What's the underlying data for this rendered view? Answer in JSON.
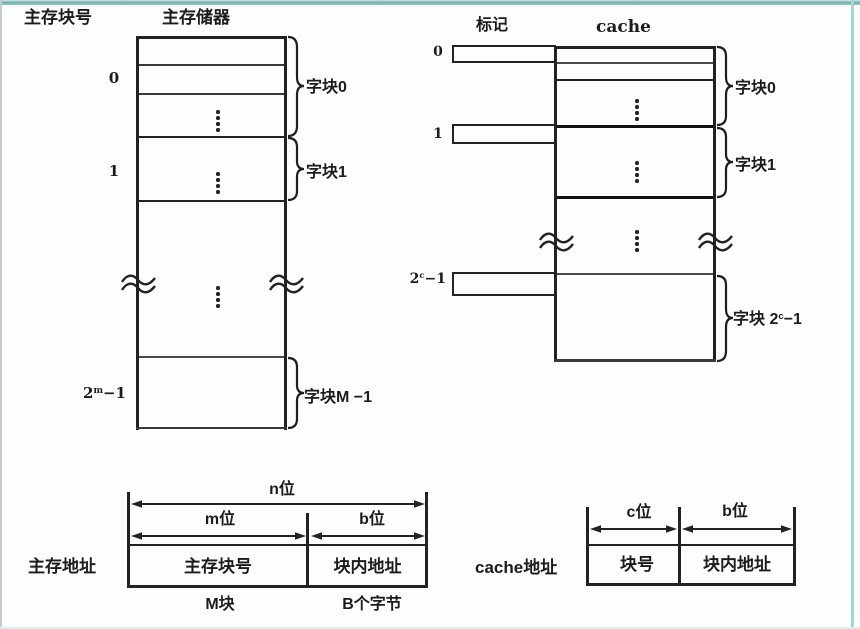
{
  "colors": {
    "accent_teal": "#6fb3ab",
    "line_black": "#1f1f1f",
    "line_gray": "#555555",
    "background": "#fdfdfd"
  },
  "diagram": {
    "main_memory": {
      "col_header": "主存块号",
      "title": "主存储器",
      "row_labels": [
        "0",
        "1"
      ],
      "last_row_label": {
        "base": "2",
        "sup": "m",
        "rest": "−1"
      },
      "braces": [
        "字块0",
        "字块1"
      ],
      "last_brace": "字块M −1"
    },
    "cache": {
      "tag_header": "标记",
      "title": "cache",
      "row_labels": [
        "0",
        "1"
      ],
      "last_row_label": {
        "base": "2",
        "sup": "c",
        "rest": "−1"
      },
      "braces": [
        "字块0",
        "字块1"
      ],
      "last_brace": {
        "prefix": "字块 2",
        "sup": "c",
        "rest": "−1"
      }
    },
    "main_addr": {
      "row_label": "主存地址",
      "n_label": "n位",
      "m_label": "m位",
      "b_label": "b位",
      "cells": [
        "主存块号",
        "块内地址"
      ],
      "footers": [
        "M块",
        "B个字节"
      ]
    },
    "cache_addr": {
      "row_label": "cache地址",
      "c_label": "c位",
      "b_label": "b位",
      "cells": [
        "块号",
        "块内地址"
      ]
    }
  }
}
